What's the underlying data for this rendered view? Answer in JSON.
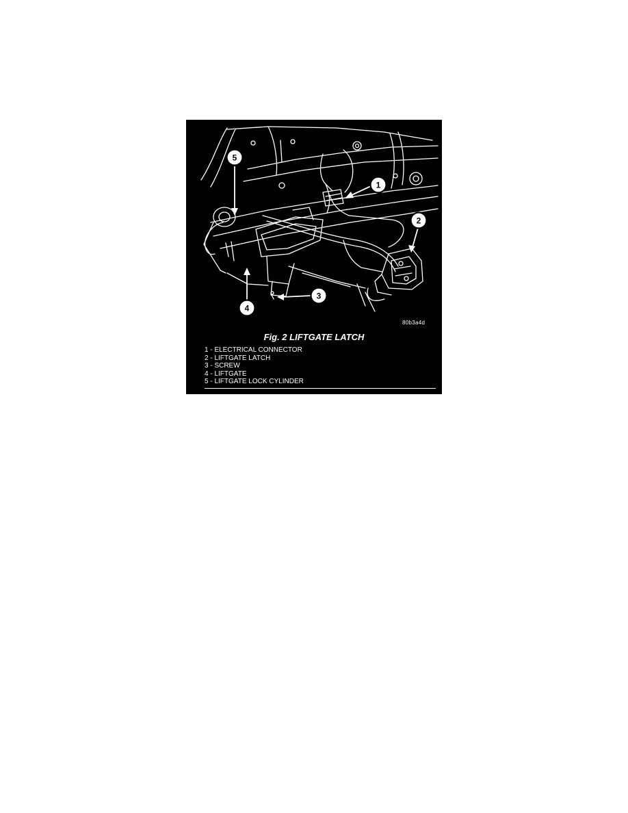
{
  "figure": {
    "code": "80b3a4d",
    "caption": "Fig. 2 LIFTGATE LATCH",
    "callouts": [
      {
        "number": "1",
        "label": "1 - ELECTRICAL CONNECTOR"
      },
      {
        "number": "2",
        "label": "2 - LIFTGATE LATCH"
      },
      {
        "number": "3",
        "label": "3 - SCREW"
      },
      {
        "number": "4",
        "label": "4 - LIFTGATE"
      },
      {
        "number": "5",
        "label": "5 - LIFTGATE LOCK CYLINDER"
      }
    ]
  },
  "colors": {
    "background": "#000000",
    "line_art": "#ffffff",
    "page": "#ffffff"
  }
}
